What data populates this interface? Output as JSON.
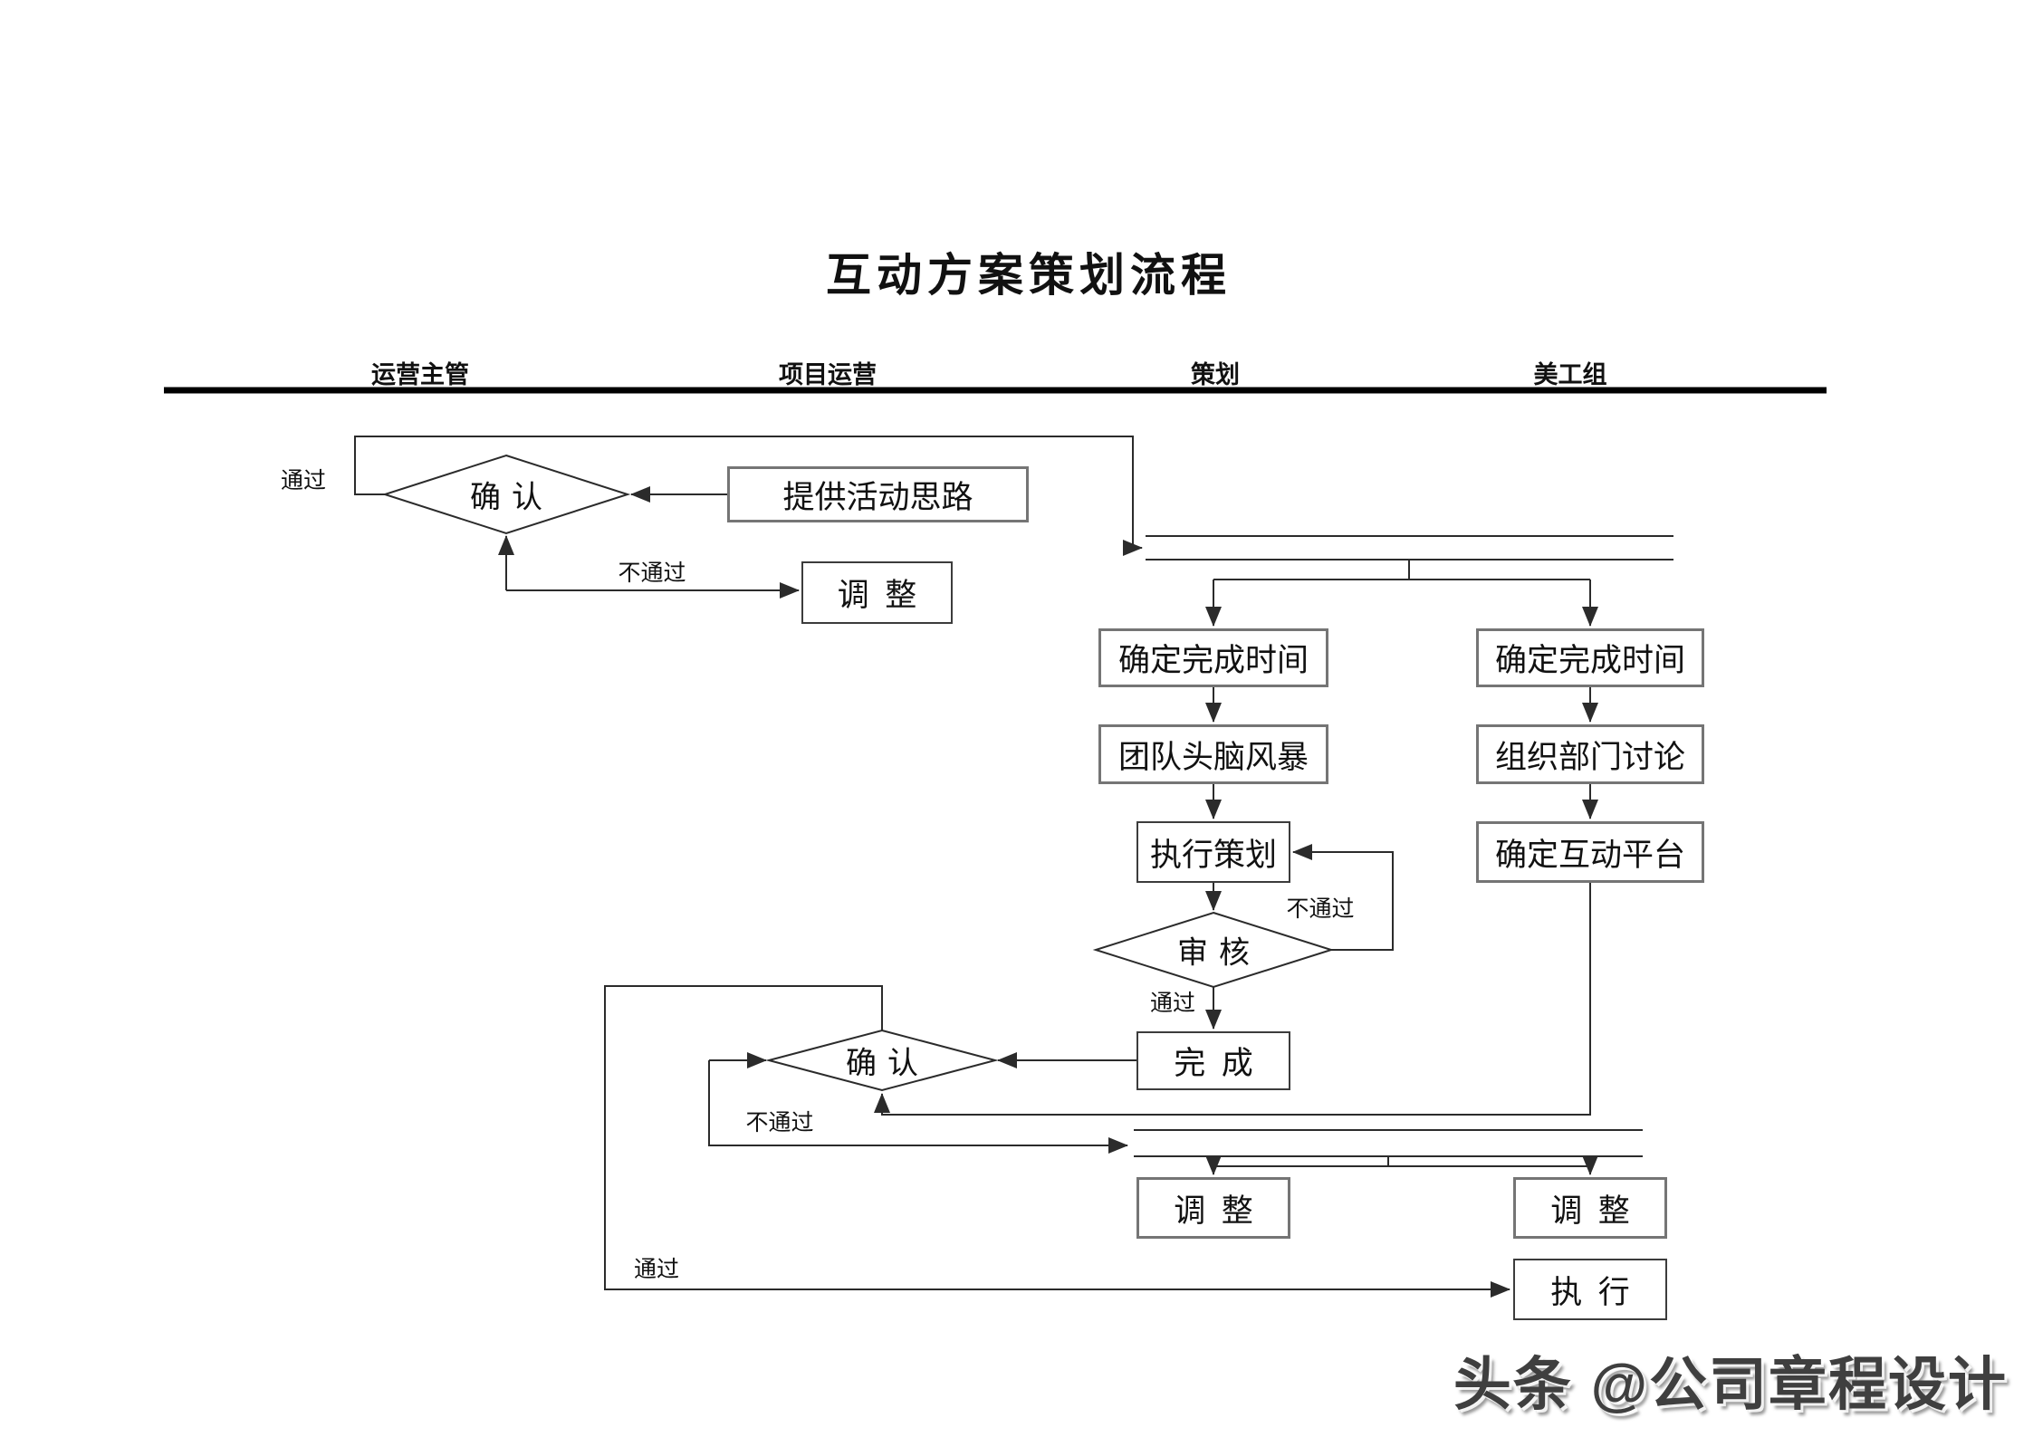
{
  "title": "互动方案策划流程",
  "lanes": [
    {
      "label": "运营主管"
    },
    {
      "label": "项目运营"
    },
    {
      "label": "策划"
    },
    {
      "label": "美工组"
    }
  ],
  "nodes": {
    "confirm1": {
      "label": "确认",
      "type": "decision"
    },
    "provide_idea": {
      "label": "提供活动思路",
      "type": "process"
    },
    "adjust1": {
      "label": "调整",
      "type": "process"
    },
    "set_time_plan": {
      "label": "确定完成时间",
      "type": "process"
    },
    "brainstorm": {
      "label": "团队头脑风暴",
      "type": "process"
    },
    "execute_plan": {
      "label": "执行策划",
      "type": "process"
    },
    "review": {
      "label": "审核",
      "type": "decision"
    },
    "done": {
      "label": "完成",
      "type": "process"
    },
    "confirm2": {
      "label": "确认",
      "type": "decision"
    },
    "set_time_art": {
      "label": "确定完成时间",
      "type": "process"
    },
    "org_discuss": {
      "label": "组织部门讨论",
      "type": "process"
    },
    "set_platform": {
      "label": "确定互动平台",
      "type": "process"
    },
    "adjust2": {
      "label": "调整",
      "type": "process"
    },
    "adjust3": {
      "label": "调整",
      "type": "process"
    },
    "execute": {
      "label": "执行",
      "type": "process"
    }
  },
  "edge_labels": {
    "pass1": {
      "label": "通过"
    },
    "fail1": {
      "label": "不通过"
    },
    "fail2": {
      "label": "不通过"
    },
    "pass2": {
      "label": "通过"
    },
    "fail3": {
      "label": "不通过"
    },
    "pass3": {
      "label": "通过"
    }
  },
  "watermark": "头条 @公司章程设计",
  "colors": {
    "line": "#2b2b2b",
    "box_border_gray": "#757575",
    "box_border_dark": "#3c3c3c",
    "text": "#111111",
    "watermark": "#3f3f3f"
  }
}
